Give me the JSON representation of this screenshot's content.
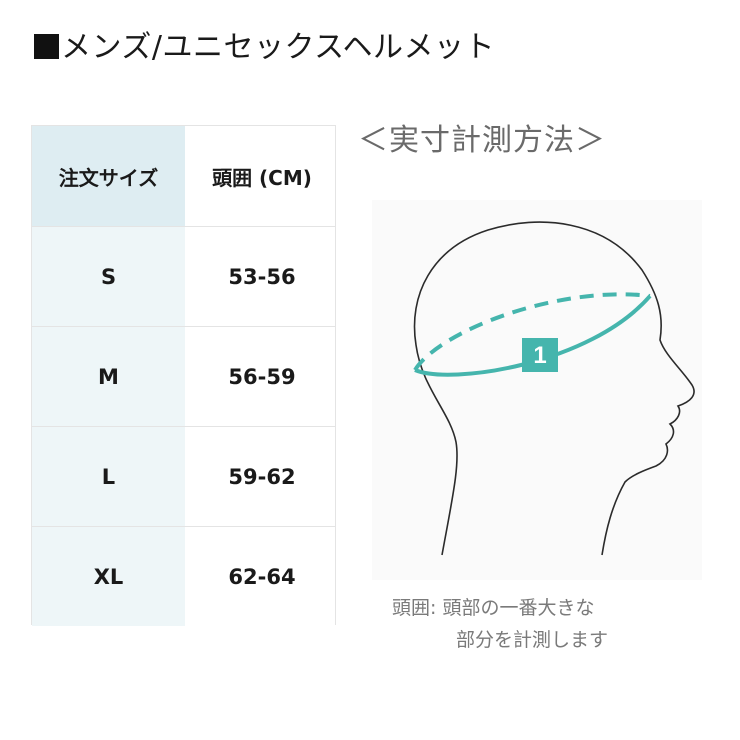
{
  "title": "■メンズ/ユニセックスヘルメット",
  "title_text": "メンズ/ユニセックスヘルメット",
  "table": {
    "headers": [
      "注文サイズ",
      "頭囲 (CM)"
    ],
    "rows": [
      {
        "size": "S",
        "head": "53-56"
      },
      {
        "size": "M",
        "head": "56-59"
      },
      {
        "size": "L",
        "head": "59-62"
      },
      {
        "size": "XL",
        "head": "62-64"
      }
    ]
  },
  "method": {
    "title": "＜実寸計測方法＞",
    "marker_label": "1",
    "caption_line1": "頭囲: 頭部の一番大きな",
    "caption_line2": "部分を計測します"
  },
  "colors": {
    "accent": "#45b5ad",
    "header_bg": "#deedf2",
    "size_col_bg": "#eef6f8"
  }
}
